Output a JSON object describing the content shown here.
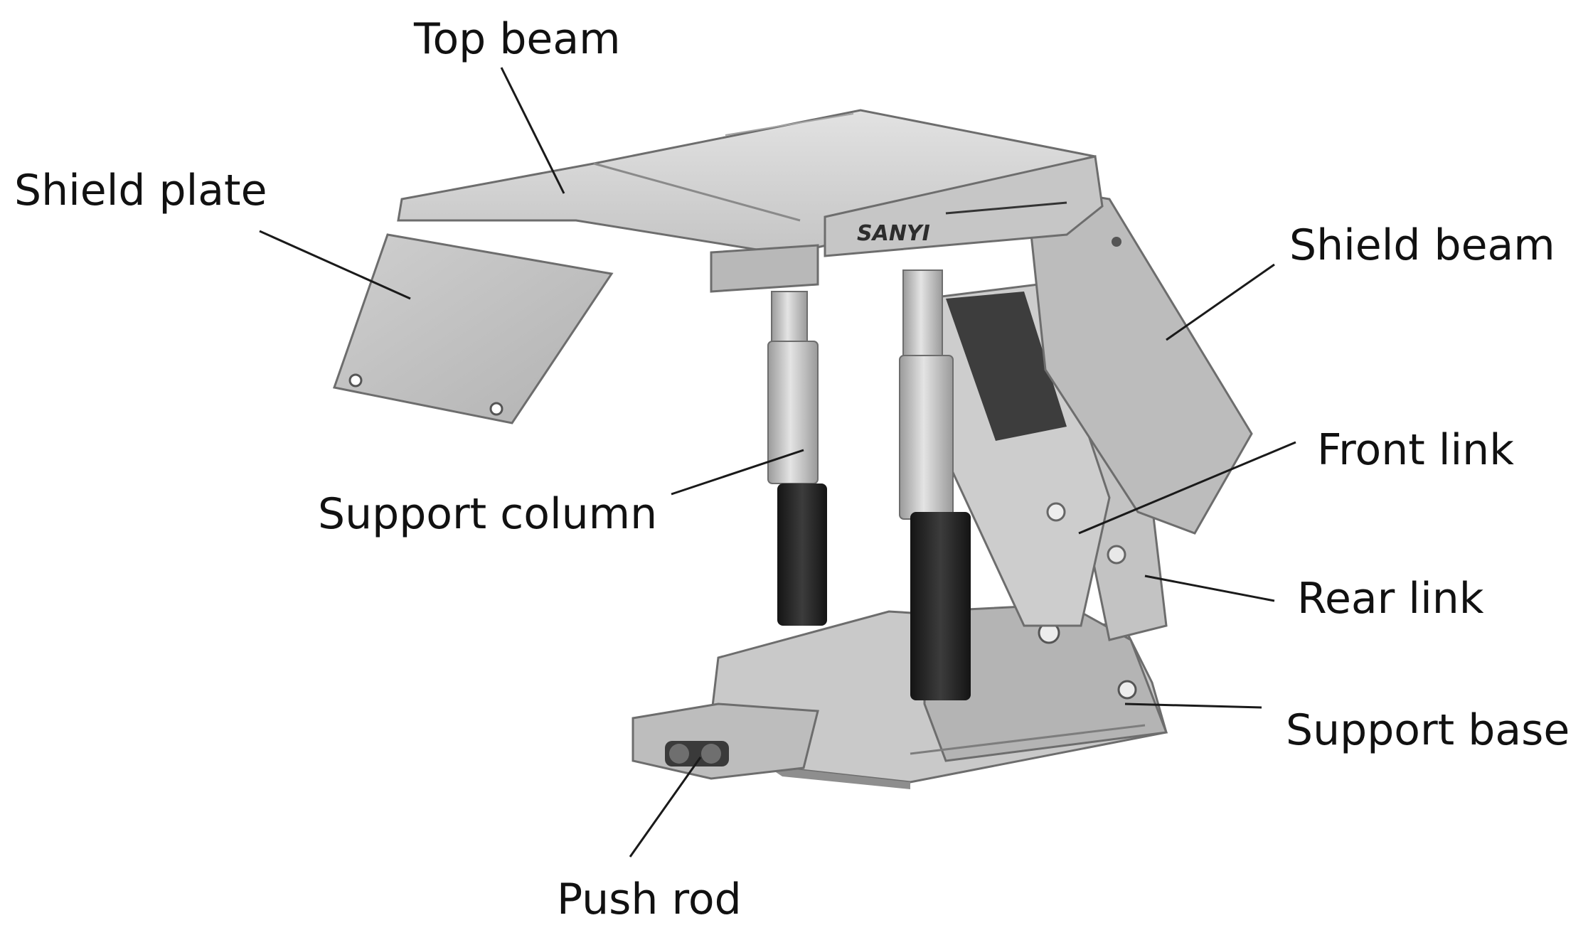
{
  "brand_mark": "SANYI",
  "labels": {
    "top_beam": "Top beam",
    "shield_plate": "Shield plate",
    "shield_beam": "Shield beam",
    "support_column": "Support column",
    "front_link": "Front link",
    "rear_link": "Rear link",
    "support_base": "Support base",
    "push_rod": "Push rod"
  },
  "colors": {
    "background": "#ffffff",
    "text": "#111111",
    "leader": "#1a1a1a",
    "metal_light": "#d6d6d6",
    "metal_mid": "#b3b3b3",
    "metal_dark": "#8c8c8c",
    "column_sleeve": "#2a2a2a"
  }
}
